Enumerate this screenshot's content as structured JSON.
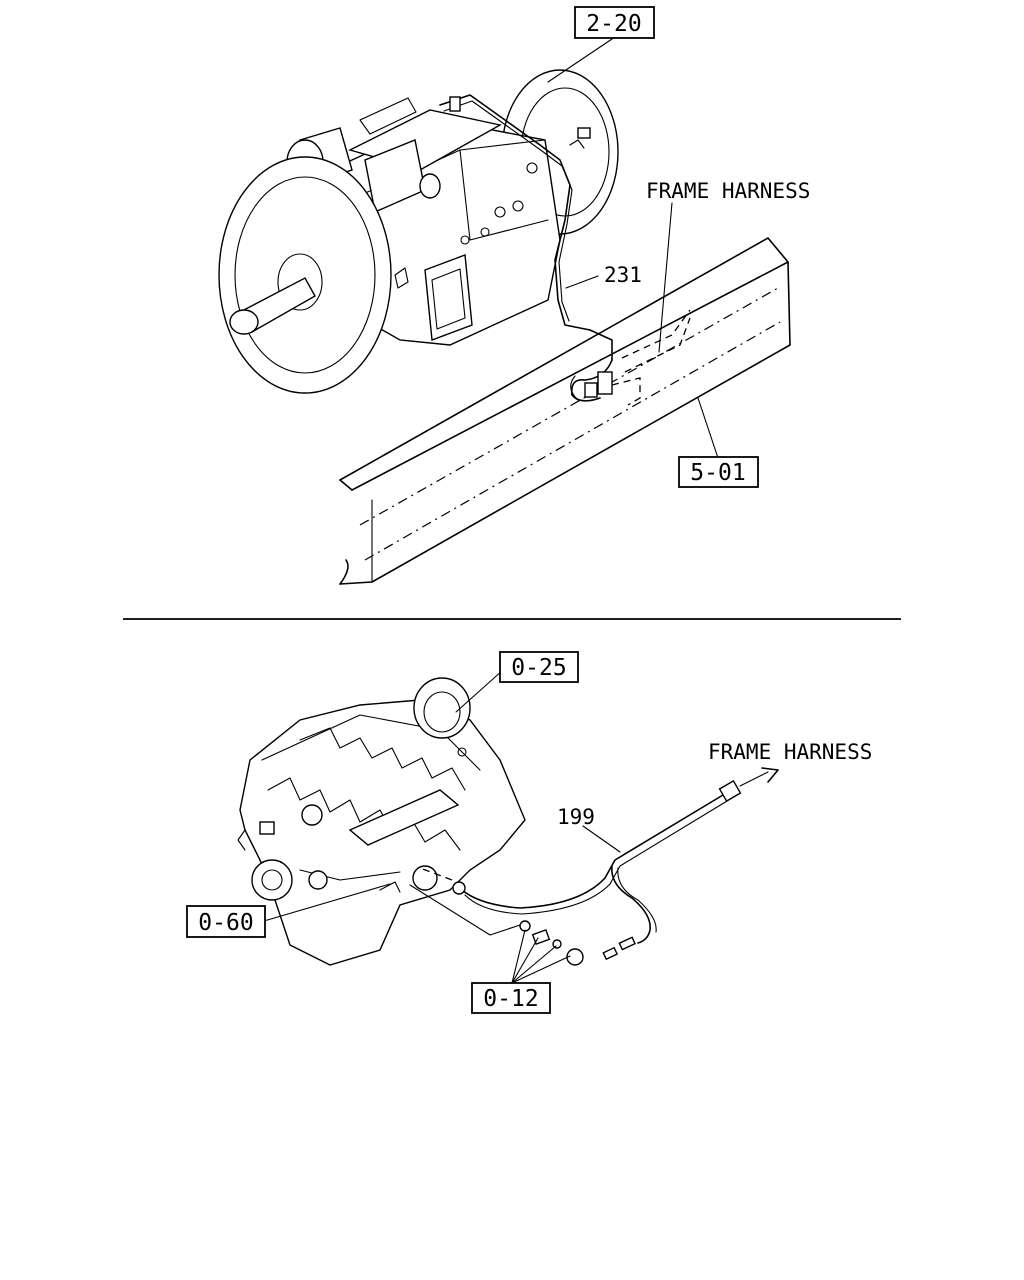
{
  "upper": {
    "ref_transmission": "2-20",
    "ref_frame": "5-01",
    "part_harness": "231",
    "frame_harness_label": "FRAME HARNESS"
  },
  "lower": {
    "ref_engine": "0-25",
    "ref_sensor_mount": "0-60",
    "ref_connectors": "0-12",
    "part_harness": "199",
    "frame_harness_label": "FRAME HARNESS"
  }
}
